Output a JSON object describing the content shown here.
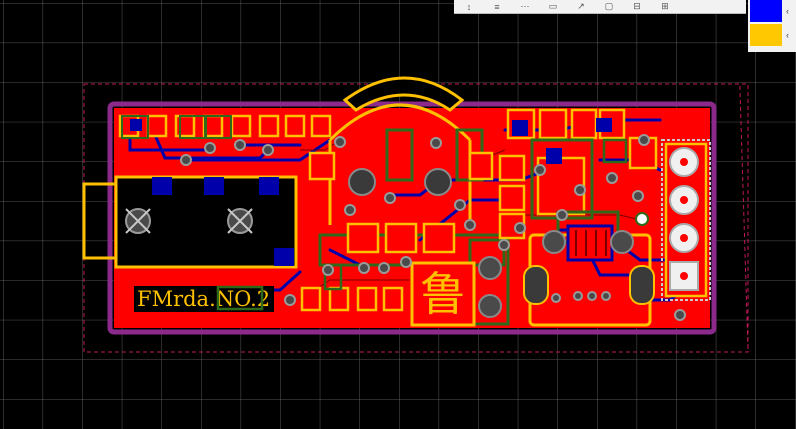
{
  "app": {
    "canvas_background": "#000000"
  },
  "toolbar": {
    "icons": [
      "pin-icon",
      "text-icon",
      "dimension-icon",
      "rectangle-icon",
      "route-icon",
      "region-icon",
      "array-icon",
      "grid-icon"
    ]
  },
  "layer_panel": {
    "swatches": [
      {
        "name": "bottom-layer-swatch",
        "color": "#0000ff"
      },
      {
        "name": "top-overlay-swatch",
        "color": "#ffc800"
      }
    ]
  },
  "board": {
    "label_text": "FMrda.NO.2",
    "logo_glyph": "鲁",
    "colors": {
      "top_copper": "#ff0000",
      "bottom_copper": "#0000aa",
      "silkscreen": "#ffc000",
      "mechanical": "#8b2a8b",
      "keepout": "#c0185a",
      "pad_overlay": "#2f6a1a",
      "via": "#8a8a8a"
    }
  }
}
